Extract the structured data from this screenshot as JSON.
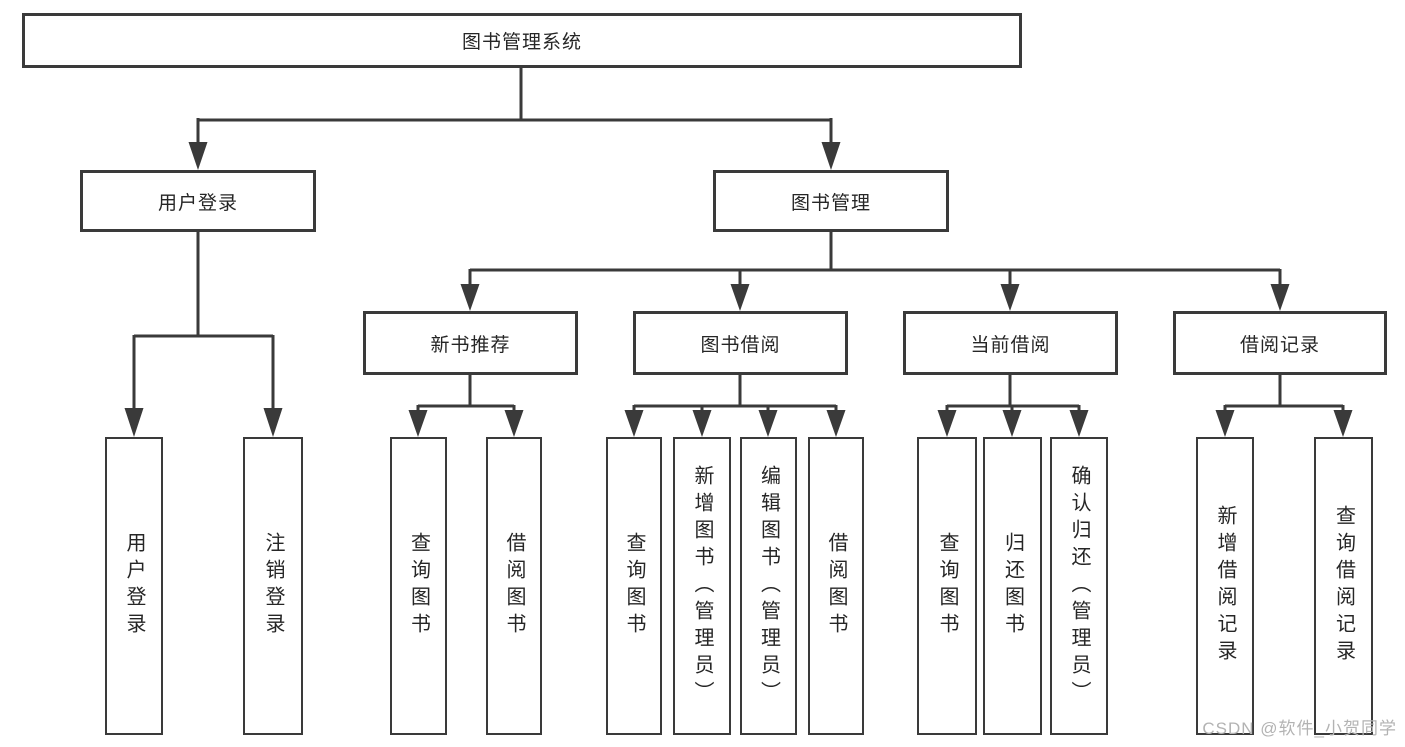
{
  "tree": {
    "root": "图书管理系统",
    "user_login": {
      "label": "用户登录",
      "children": [
        "用户登录",
        "注销登录"
      ]
    },
    "book_mgmt": {
      "label": "图书管理",
      "sections": [
        {
          "label": "新书推荐",
          "children": [
            "查询图书",
            "借阅图书"
          ]
        },
        {
          "label": "图书借阅",
          "children": [
            "查询图书",
            "新增图书（管理员）",
            "编辑图书（管理员）",
            "借阅图书"
          ]
        },
        {
          "label": "当前借阅",
          "children": [
            "查询图书",
            "归还图书",
            "确认归还（管理员）"
          ]
        },
        {
          "label": "借阅记录",
          "children": [
            "新增借阅记录",
            "查询借阅记录"
          ]
        }
      ]
    }
  },
  "watermark": "CSDN @软件_小贺同学",
  "colors": {
    "line": "#3a3a3a",
    "text": "#262626",
    "watermark": "#b3b3b3"
  }
}
